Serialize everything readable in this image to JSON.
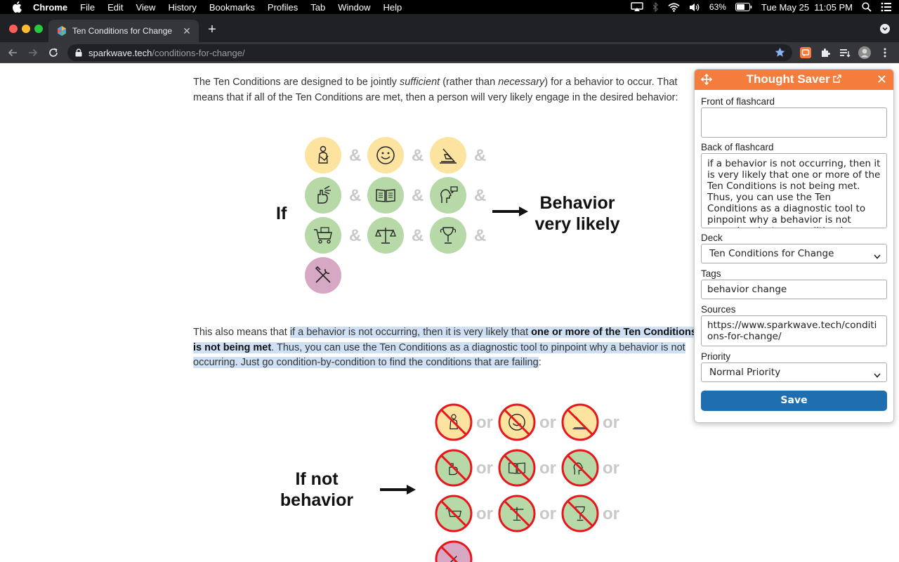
{
  "menubar": {
    "app": "Chrome",
    "items": [
      "File",
      "Edit",
      "View",
      "History",
      "Bookmarks",
      "Profiles",
      "Tab",
      "Window",
      "Help"
    ],
    "battery": "63%",
    "datetime": "Tue May 25  11:05 PM"
  },
  "tab": {
    "title": "Ten Conditions for Change",
    "close": "✕"
  },
  "newtab": "+",
  "omnibox": {
    "host": "sparkwave.tech",
    "path": "/conditions-for-change/"
  },
  "article": {
    "p1": {
      "t1": "The Ten Conditions are designed to be jointly ",
      "em1": "sufficient",
      "t2": " (rather than ",
      "em2": "necessary",
      "t3": ") for a behavior to occur. That means that if all of the Ten Conditions are met, then a person will very likely engage in the desired behavior:"
    },
    "figure1": {
      "if_label": "If",
      "result": "Behavior very likely",
      "amp": "&"
    },
    "p2": {
      "t1": "This also means that ",
      "h1": "if a behavior is not occurring, then it is very likely that ",
      "b1": "one or more of the Ten Conditions is not being met",
      "h2": ". Thus, you can use the Ten Conditions as a diagnostic tool to pinpoint why a behavior is not occurring. Just go condition-by-condition to find the conditions that are failing",
      "t2": ":"
    },
    "figure2": {
      "if_label": "If not behavior",
      "or": "or"
    }
  },
  "thought_saver": {
    "title": "Thought Saver",
    "close": "✕",
    "front_label": "Front of flashcard",
    "front_value": "",
    "back_label": "Back of flashcard",
    "back_value": "if a behavior is not occurring, then it is very likely that one or more of the Ten Conditions is not being met. Thus, you can use the Ten Conditions as a diagnostic tool to pinpoint why a behavior is not occurring. Just go condition-by-condition to find the conditions that are failing",
    "deck_label": "Deck",
    "deck_value": "Ten Conditions for Change",
    "tags_label": "Tags",
    "tags_value": "behavior change",
    "sources_label": "Sources",
    "sources_value": "https://www.sparkwave.tech/conditions-for-change/",
    "priority_label": "Priority",
    "priority_value": "Normal Priority",
    "save_label": "Save",
    "accent": "#f47c3c",
    "button_color": "#1f6fb0"
  }
}
